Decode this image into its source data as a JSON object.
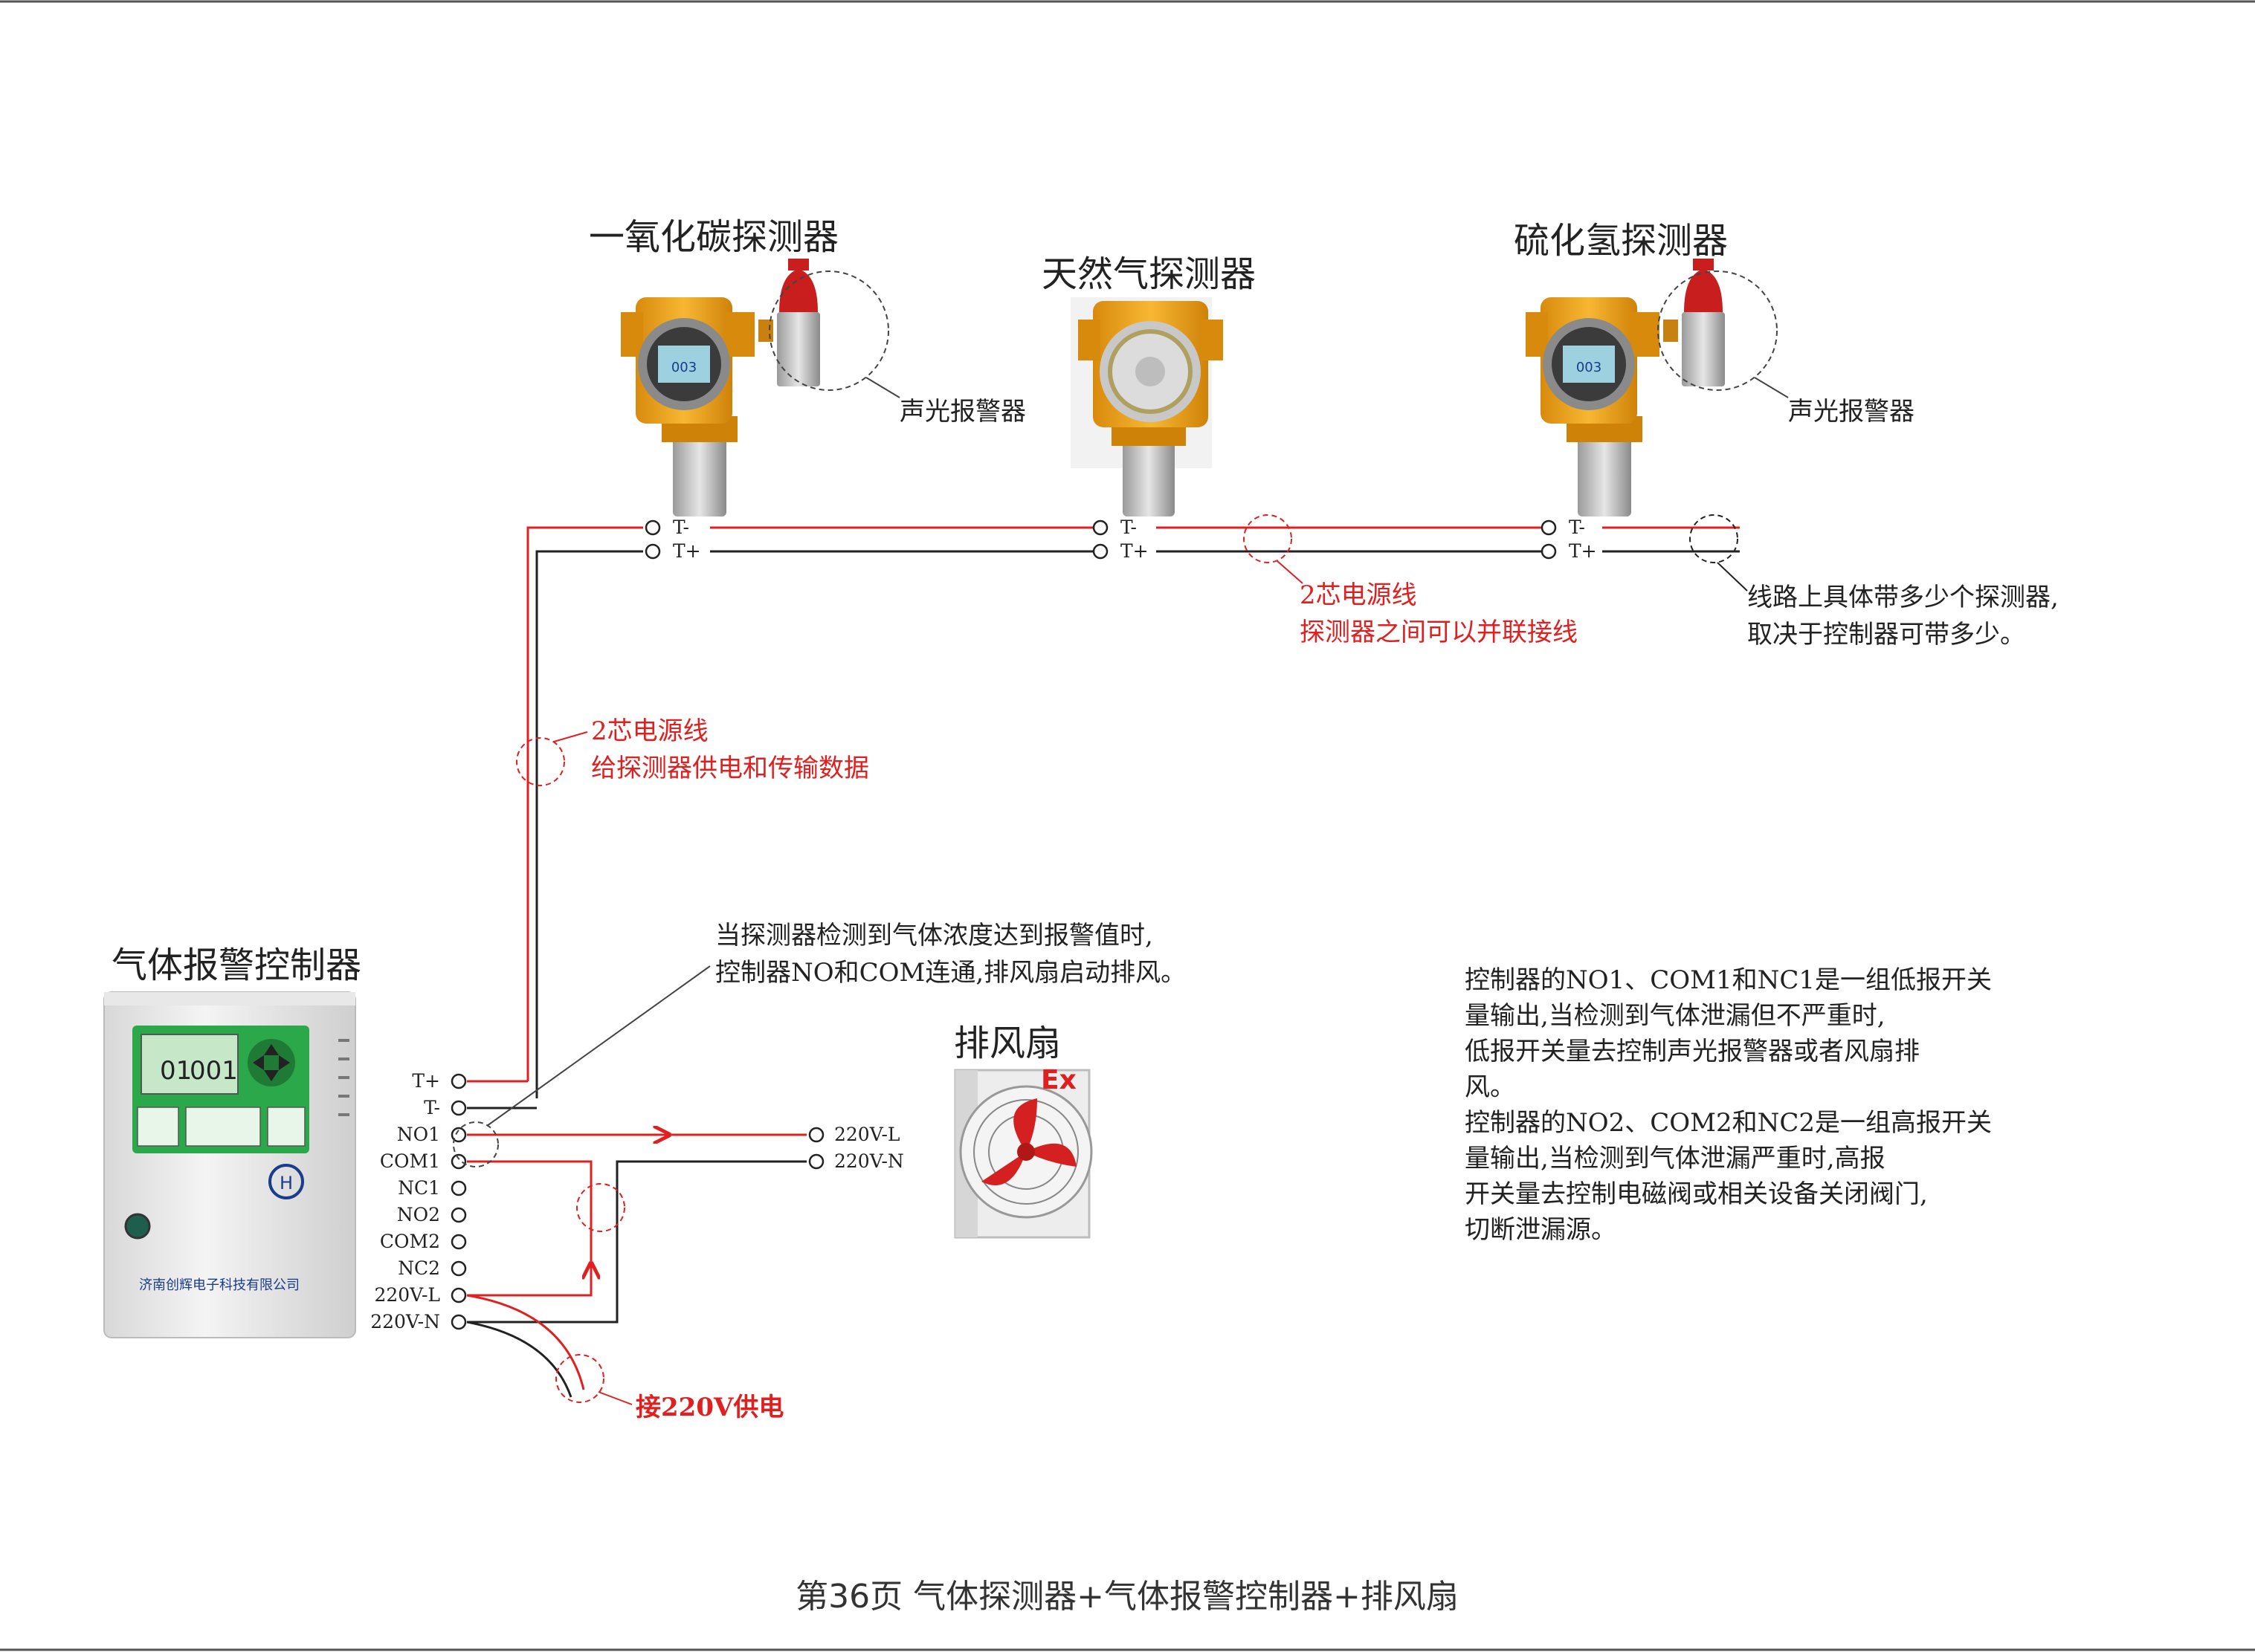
{
  "detectors": [
    {
      "name": "一氧化碳探测器",
      "alarm_label": "声光报警器"
    },
    {
      "name": "天然气探测器"
    },
    {
      "name": "硫化氢探测器",
      "alarm_label": "声光报警器"
    }
  ],
  "bus_terminals": {
    "t_minus": "T-",
    "t_plus": "T+"
  },
  "notes": {
    "bus_cable_line1": "2芯电源线",
    "bus_cable_line2": "探测器之间可以并联接线",
    "capacity_line1": "线路上具体带多少个探测器,",
    "capacity_line2": "取决于控制器可带多少。",
    "trunk_cable_line1": "2芯电源线",
    "trunk_cable_line2": "给探测器供电和传输数据",
    "alarm_action_line1": "当探测器检测到气体浓度达到报警值时,",
    "alarm_action_line2": "控制器NO和COM连通,排风扇启动排风。",
    "power_supply": "接220V供电",
    "relay_paragraph": [
      "控制器的NO1、COM1和NC1是一组低报开关",
      "量输出,当检测到气体泄漏但不严重时,",
      "低报开关量去控制声光报警器或者风扇排",
      "风。",
      "控制器的NO2、COM2和NC2是一组高报开关",
      "量输出,当检测到气体泄漏严重时,高报",
      "开关量去控制电磁阀或相关设备关闭阀门,",
      "切断泄漏源。"
    ]
  },
  "controller": {
    "title": "气体报警控制器",
    "company": "济南创辉电子科技有限公司",
    "display_left": "01",
    "display_right": "001",
    "terminals": [
      "T+",
      "T-",
      "NO1",
      "COM1",
      "NC1",
      "NO2",
      "COM2",
      "NC2",
      "220V-L",
      "220V-N"
    ]
  },
  "fan": {
    "title": "排风扇",
    "ex_mark": "Ex",
    "terminals": [
      "220V-L",
      "220V-N"
    ]
  },
  "detector_display": "003",
  "footer": "第36页  气体探测器+气体报警控制器+排风扇",
  "colors": {
    "wire_red": "#e02020",
    "wire_black": "#222222",
    "housing_yellow": "#f0a81a",
    "panel_green": "#2aa84a"
  }
}
